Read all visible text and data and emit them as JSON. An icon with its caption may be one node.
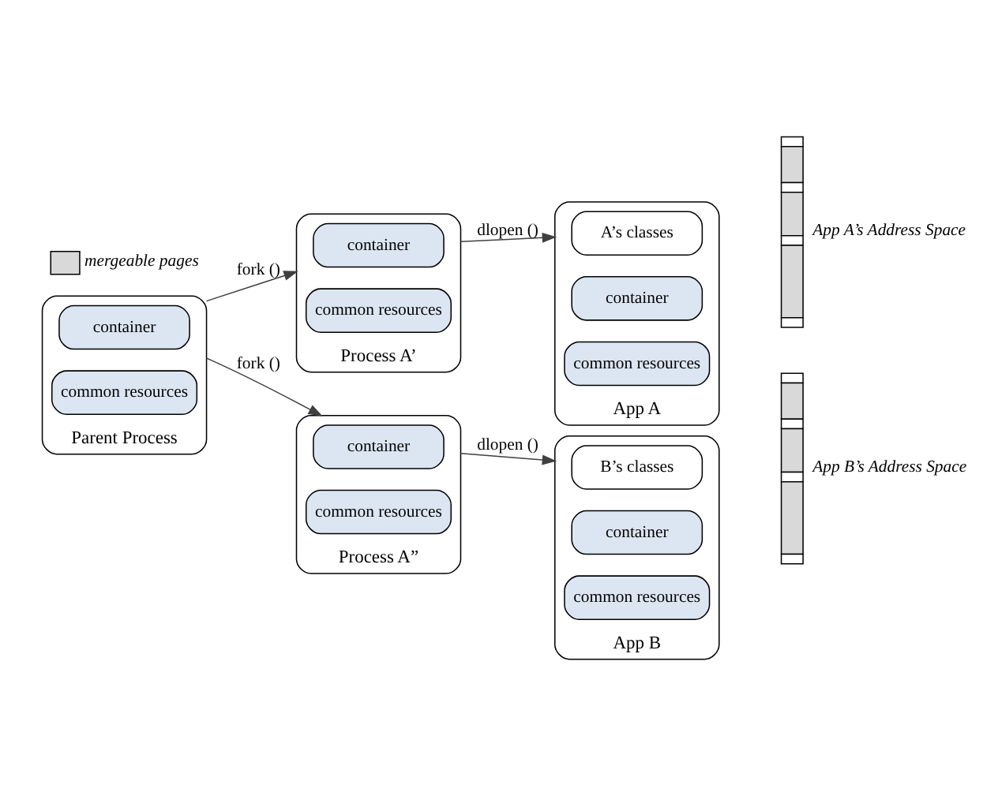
{
  "diagram": {
    "nodes": [
      {
        "text": [
          "Parent Process"
        ]
      },
      {
        "text": [
          "container"
        ],
        "in": 0
      },
      {
        "text": [
          "common resources"
        ],
        "in": 0
      },
      {
        "text": [
          "Process A’"
        ]
      },
      {
        "text": [
          "container"
        ],
        "in": 3
      },
      {
        "text": [
          "common resources"
        ],
        "in": 3
      },
      {
        "text": [
          "App A"
        ]
      },
      {
        "text": [
          "A’s classes"
        ],
        "in": 6
      },
      {
        "text": [
          "container"
        ],
        "in": 6
      },
      {
        "text": [
          "common resources"
        ],
        "in": 6
      },
      {
        "text": [
          "Process A”"
        ]
      },
      {
        "text": [
          "container"
        ],
        "in": 10
      },
      {
        "text": [
          "common resources"
        ],
        "in": 10
      },
      {
        "text": [
          "App B"
        ]
      },
      {
        "text": [
          "B’s classes"
        ],
        "in": 13
      },
      {
        "text": [
          "container"
        ],
        "in": 13
      },
      {
        "text": [
          "common resources"
        ],
        "in": 13
      },
      {
        "text": [],
        "shape": "bar",
        "beside": [
          "App A’s Address Space"
        ]
      },
      {
        "text": [],
        "shape": "bar",
        "beside": [
          "App B’s Address Space"
        ]
      }
    ],
    "edges": [
      {
        "from": 0,
        "to": 3,
        "arrow": "to",
        "label": "fork ()"
      },
      {
        "from": 3,
        "to": 6,
        "arrow": "to",
        "label": "dlopen ()"
      },
      {
        "from": 0,
        "to": 10,
        "arrow": "to",
        "label": "fork ()"
      },
      {
        "from": 10,
        "to": 13,
        "arrow": "to",
        "label": "dlopen ()"
      }
    ],
    "legend": [
      {
        "text": "mergeable pages",
        "color": "#d9d9d9"
      }
    ]
  }
}
